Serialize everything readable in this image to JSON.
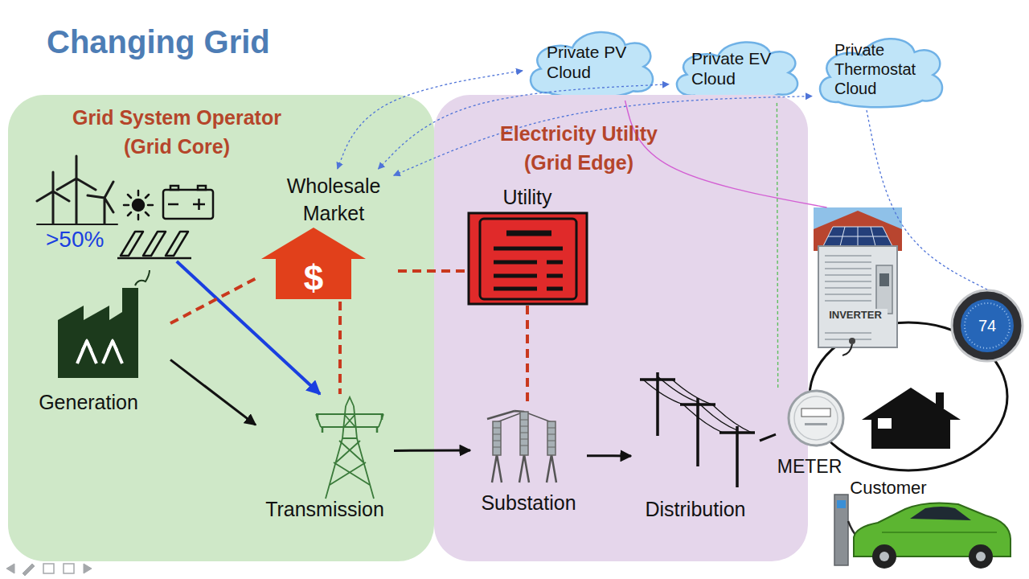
{
  "diagram": {
    "title": "Changing Grid",
    "nodes": [
      {
        "text": [
          "Private PV Cloud"
        ]
      },
      {
        "text": [
          "Private EV Cloud"
        ]
      },
      {
        "text": [
          "Private Thermostat Cloud"
        ]
      },
      {
        "text": [
          "Grid System Operator (Grid Core)"
        ]
      },
      {
        "text": [
          ">50%"
        ],
        "in": 3
      },
      {
        "text": [
          "Wholesale Market",
          "$"
        ],
        "in": 3
      },
      {
        "text": [
          "Generation"
        ],
        "in": 3
      },
      {
        "text": [
          "Transmission"
        ],
        "in": 3
      },
      {
        "text": [
          "Electricity Utility (Grid Edge)"
        ]
      },
      {
        "text": [
          "Utility"
        ],
        "in": 8
      },
      {
        "text": [
          "Substation"
        ],
        "in": 8
      },
      {
        "text": [
          "Distribution"
        ],
        "in": 8
      },
      {
        "text": [
          "INVERTER"
        ]
      },
      {
        "text": [
          "74"
        ]
      },
      {
        "text": [
          "METER"
        ]
      },
      {
        "text": [
          "Customer"
        ]
      }
    ],
    "edges": [
      {
        "from": 4,
        "to": 7,
        "arrow": "to"
      },
      {
        "from": 6,
        "to": 7,
        "arrow": "to"
      },
      {
        "from": 6,
        "to": 5,
        "arrow": "none"
      },
      {
        "from": 5,
        "to": 7,
        "arrow": "none"
      },
      {
        "from": 5,
        "to": 9,
        "arrow": "none"
      },
      {
        "from": 9,
        "to": 10,
        "arrow": "none"
      },
      {
        "from": 7,
        "to": 10,
        "arrow": "to"
      },
      {
        "from": 10,
        "to": 11,
        "arrow": "to"
      },
      {
        "from": 11,
        "to": 14,
        "arrow": "none"
      },
      {
        "from": 5,
        "to": 0,
        "arrow": "both"
      },
      {
        "from": 5,
        "to": 1,
        "arrow": "both"
      },
      {
        "from": 5,
        "to": 2,
        "arrow": "both"
      },
      {
        "from": 0,
        "to": 12,
        "arrow": "none"
      },
      {
        "from": 2,
        "to": 13,
        "arrow": "none"
      },
      {
        "from": 1,
        "to": 14,
        "arrow": "none"
      }
    ]
  }
}
